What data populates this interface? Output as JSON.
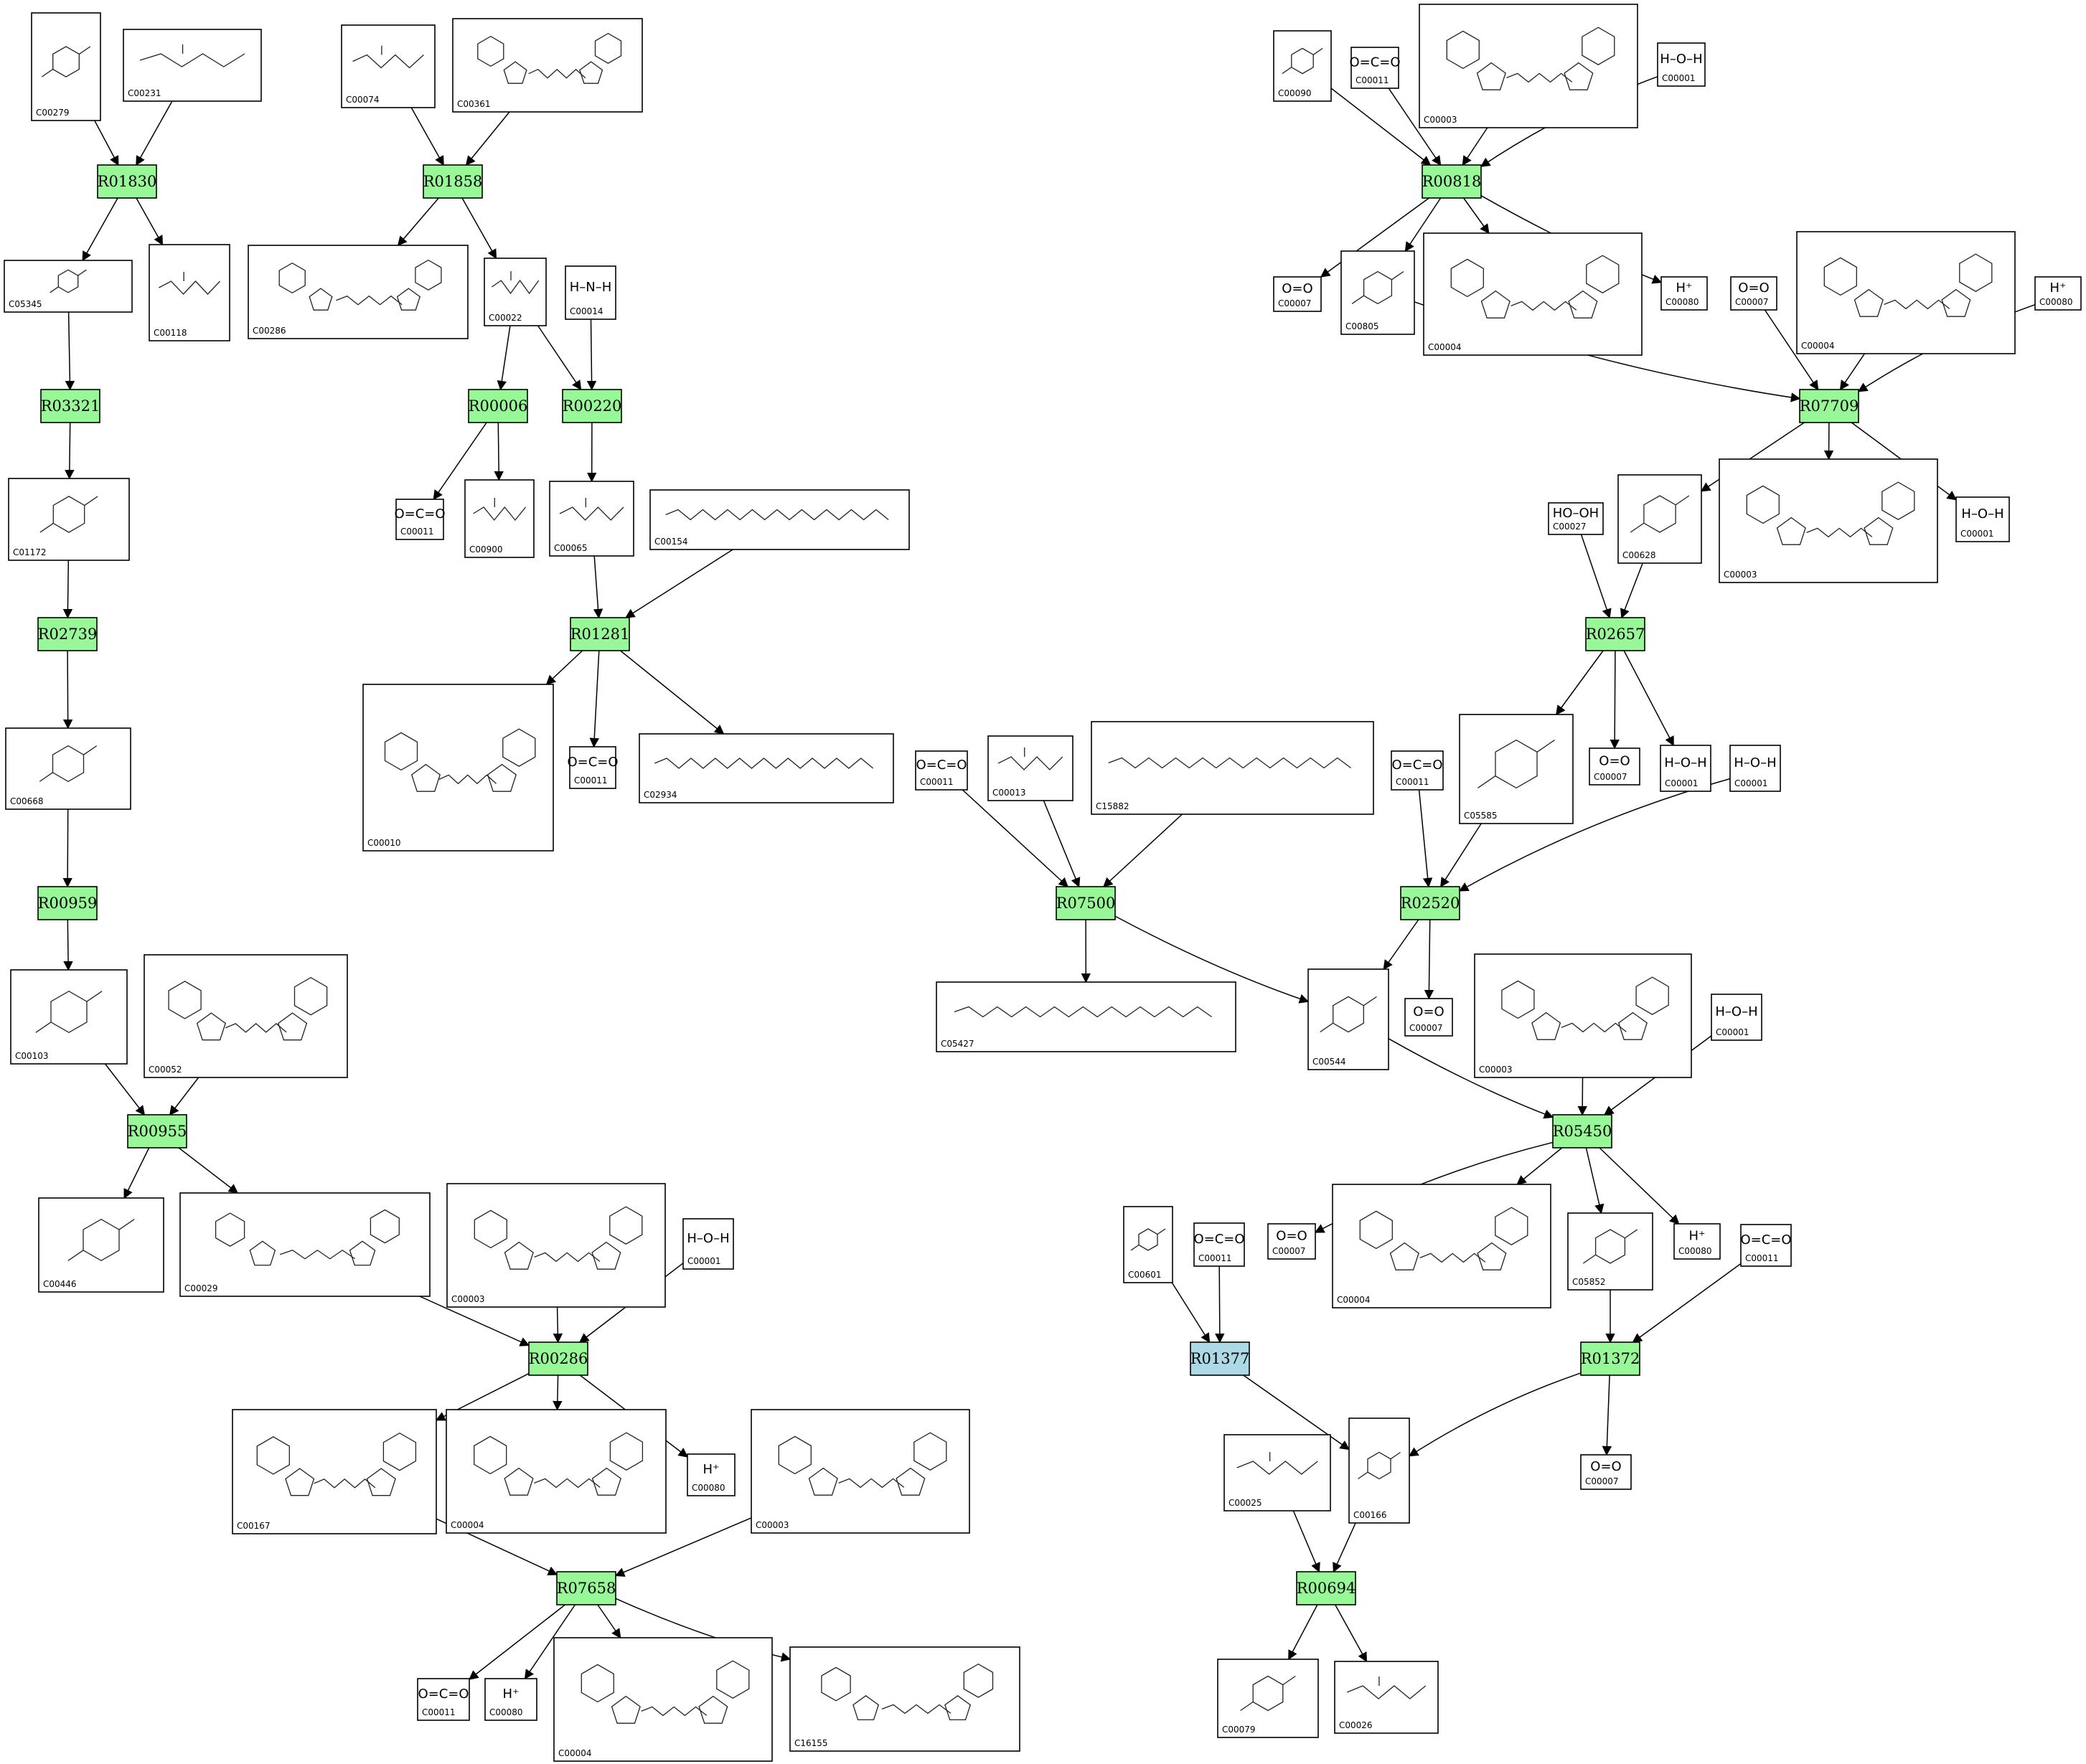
{
  "reactions": [
    {
      "id": "R01830"
    },
    {
      "id": "R03321"
    },
    {
      "id": "R02739"
    },
    {
      "id": "R00959"
    },
    {
      "id": "R00955"
    },
    {
      "id": "R01858"
    },
    {
      "id": "R00006"
    },
    {
      "id": "R00220"
    },
    {
      "id": "R01281"
    },
    {
      "id": "R00286"
    },
    {
      "id": "R07658"
    },
    {
      "id": "R00818"
    },
    {
      "id": "R07709"
    },
    {
      "id": "R02657"
    },
    {
      "id": "R07500"
    },
    {
      "id": "R02520"
    },
    {
      "id": "R05450"
    },
    {
      "id": "R01377",
      "color": "#add8e6"
    },
    {
      "id": "R01372"
    },
    {
      "id": "R00694"
    }
  ],
  "compounds": [
    {
      "key": "c00279",
      "id": "C00279",
      "kind": "ring"
    },
    {
      "key": "c00231",
      "id": "C00231",
      "kind": "chain"
    },
    {
      "key": "c05345",
      "id": "C05345",
      "kind": "ring"
    },
    {
      "key": "c00118",
      "id": "C00118",
      "kind": "chain"
    },
    {
      "key": "c01172",
      "id": "C01172",
      "kind": "ring"
    },
    {
      "key": "c00668",
      "id": "C00668",
      "kind": "ring"
    },
    {
      "key": "c00103",
      "id": "C00103",
      "kind": "ring"
    },
    {
      "key": "c00052",
      "id": "C00052",
      "kind": "nucleotide"
    },
    {
      "key": "c00446",
      "id": "C00446",
      "kind": "ring"
    },
    {
      "key": "c00029",
      "id": "C00029",
      "kind": "nucleotide"
    },
    {
      "key": "c00074",
      "id": "C00074",
      "kind": "chain"
    },
    {
      "key": "c00361",
      "id": "C00361",
      "kind": "nucleotide"
    },
    {
      "key": "c00286",
      "id": "C00286",
      "kind": "nucleotide"
    },
    {
      "key": "c00022",
      "id": "C00022",
      "kind": "chain"
    },
    {
      "key": "c00014",
      "id": "C00014",
      "kind": "small",
      "formula": "H–N–H"
    },
    {
      "key": "c00011a",
      "id": "C00011",
      "kind": "small",
      "formula": "O=C=O"
    },
    {
      "key": "c00900",
      "id": "C00900",
      "kind": "chain"
    },
    {
      "key": "c00065",
      "id": "C00065",
      "kind": "chain"
    },
    {
      "key": "c00154",
      "id": "C00154",
      "kind": "longchain"
    },
    {
      "key": "c00010",
      "id": "C00010",
      "kind": "nucleotide"
    },
    {
      "key": "c00011b",
      "id": "C00011",
      "kind": "small",
      "formula": "O=C=O"
    },
    {
      "key": "c02934",
      "id": "C02934",
      "kind": "longchain"
    },
    {
      "key": "c00003a",
      "id": "C00003",
      "kind": "nucleotide"
    },
    {
      "key": "c00001a",
      "id": "C00001",
      "kind": "small",
      "formula": "H–O–H"
    },
    {
      "key": "c00167",
      "id": "C00167",
      "kind": "nucleotide"
    },
    {
      "key": "c00004a",
      "id": "C00004",
      "kind": "nucleotide"
    },
    {
      "key": "c00080a",
      "id": "C00080",
      "kind": "small",
      "formula": "H⁺"
    },
    {
      "key": "c00003b",
      "id": "C00003",
      "kind": "nucleotide"
    },
    {
      "key": "c00011c",
      "id": "C00011",
      "kind": "small",
      "formula": "O=C=O"
    },
    {
      "key": "c00080b",
      "id": "C00080",
      "kind": "small",
      "formula": "H⁺"
    },
    {
      "key": "c00004b",
      "id": "C00004",
      "kind": "nucleotide"
    },
    {
      "key": "c16155",
      "id": "C16155",
      "kind": "nucleotide"
    },
    {
      "key": "c00090",
      "id": "C00090",
      "kind": "ring"
    },
    {
      "key": "c00011d",
      "id": "C00011",
      "kind": "small",
      "formula": "O=C=O"
    },
    {
      "key": "c00003c",
      "id": "C00003",
      "kind": "nucleotide"
    },
    {
      "key": "c00001b",
      "id": "C00001",
      "kind": "small",
      "formula": "H–O–H"
    },
    {
      "key": "c00007a",
      "id": "C00007",
      "kind": "small",
      "formula": "O=O"
    },
    {
      "key": "c00805",
      "id": "C00805",
      "kind": "ring"
    },
    {
      "key": "c00004c",
      "id": "C00004",
      "kind": "nucleotide"
    },
    {
      "key": "c00080c",
      "id": "C00080",
      "kind": "small",
      "formula": "H⁺"
    },
    {
      "key": "c00007b",
      "id": "C00007",
      "kind": "small",
      "formula": "O=O"
    },
    {
      "key": "c00004d",
      "id": "C00004",
      "kind": "nucleotide"
    },
    {
      "key": "c00080d",
      "id": "C00080",
      "kind": "small",
      "formula": "H⁺"
    },
    {
      "key": "c00027",
      "id": "C00027",
      "kind": "small",
      "formula": "HO–OH"
    },
    {
      "key": "c00628",
      "id": "C00628",
      "kind": "ring"
    },
    {
      "key": "c00003d",
      "id": "C00003",
      "kind": "nucleotide"
    },
    {
      "key": "c00001c",
      "id": "C00001",
      "kind": "small",
      "formula": "H–O–H"
    },
    {
      "key": "c05585",
      "id": "C05585",
      "kind": "ring"
    },
    {
      "key": "c00007c",
      "id": "C00007",
      "kind": "small",
      "formula": "O=O"
    },
    {
      "key": "c00001d",
      "id": "C00001",
      "kind": "small",
      "formula": "H–O–H"
    },
    {
      "key": "c00001e",
      "id": "C00001",
      "kind": "small",
      "formula": "H–O–H"
    },
    {
      "key": "c00011e",
      "id": "C00011",
      "kind": "small",
      "formula": "O=C=O"
    },
    {
      "key": "c00013",
      "id": "C00013",
      "kind": "chain"
    },
    {
      "key": "c15882",
      "id": "C15882",
      "kind": "longchain"
    },
    {
      "key": "c00011f",
      "id": "C00011",
      "kind": "small",
      "formula": "O=C=O"
    },
    {
      "key": "c05427",
      "id": "C05427",
      "kind": "longchain"
    },
    {
      "key": "c00544",
      "id": "C00544",
      "kind": "ring"
    },
    {
      "key": "c00007d",
      "id": "C00007",
      "kind": "small",
      "formula": "O=O"
    },
    {
      "key": "c00003e",
      "id": "C00003",
      "kind": "nucleotide"
    },
    {
      "key": "c00001f",
      "id": "C00001",
      "kind": "small",
      "formula": "H–O–H"
    },
    {
      "key": "c00007e",
      "id": "C00007",
      "kind": "small",
      "formula": "O=O"
    },
    {
      "key": "c00004e",
      "id": "C00004",
      "kind": "nucleotide"
    },
    {
      "key": "c05852",
      "id": "C05852",
      "kind": "ring"
    },
    {
      "key": "c00080e",
      "id": "C00080",
      "kind": "small",
      "formula": "H⁺"
    },
    {
      "key": "c00011g",
      "id": "C00011",
      "kind": "small",
      "formula": "O=C=O"
    },
    {
      "key": "c00601",
      "id": "C00601",
      "kind": "ring"
    },
    {
      "key": "c00011h",
      "id": "C00011",
      "kind": "small",
      "formula": "O=C=O"
    },
    {
      "key": "c00025",
      "id": "C00025",
      "kind": "chain"
    },
    {
      "key": "c00166",
      "id": "C00166",
      "kind": "ring"
    },
    {
      "key": "c00007f",
      "id": "C00007",
      "kind": "small",
      "formula": "O=O"
    },
    {
      "key": "c00079",
      "id": "C00079",
      "kind": "ring"
    },
    {
      "key": "c00026",
      "id": "C00026",
      "kind": "chain"
    }
  ],
  "edges": [
    [
      "c00279",
      "R01830"
    ],
    [
      "c00231",
      "R01830"
    ],
    [
      "R01830",
      "c05345"
    ],
    [
      "R01830",
      "c00118"
    ],
    [
      "c05345",
      "R03321"
    ],
    [
      "R03321",
      "c01172"
    ],
    [
      "c01172",
      "R02739"
    ],
    [
      "R02739",
      "c00668"
    ],
    [
      "c00668",
      "R00959"
    ],
    [
      "R00959",
      "c00103"
    ],
    [
      "c00103",
      "R00955"
    ],
    [
      "c00052",
      "R00955"
    ],
    [
      "R00955",
      "c00446"
    ],
    [
      "R00955",
      "c00029"
    ],
    [
      "c00029",
      "R00286"
    ],
    [
      "c00003a",
      "R00286"
    ],
    [
      "c00001a",
      "R00286"
    ],
    [
      "R00286",
      "c00167"
    ],
    [
      "R00286",
      "c00004a"
    ],
    [
      "R00286",
      "c00080a"
    ],
    [
      "c00167",
      "R07658"
    ],
    [
      "c00003b",
      "R07658"
    ],
    [
      "R07658",
      "c00011c"
    ],
    [
      "R07658",
      "c00080b"
    ],
    [
      "R07658",
      "c00004b"
    ],
    [
      "R07658",
      "c16155"
    ],
    [
      "c00074",
      "R01858"
    ],
    [
      "c00361",
      "R01858"
    ],
    [
      "R01858",
      "c00286"
    ],
    [
      "R01858",
      "c00022"
    ],
    [
      "c00022",
      "R00006"
    ],
    [
      "c00022",
      "R00220"
    ],
    [
      "c00014",
      "R00220"
    ],
    [
      "R00006",
      "c00011a"
    ],
    [
      "R00006",
      "c00900"
    ],
    [
      "R00220",
      "c00065"
    ],
    [
      "c00065",
      "R01281"
    ],
    [
      "c00154",
      "R01281"
    ],
    [
      "R01281",
      "c00010"
    ],
    [
      "R01281",
      "c00011b"
    ],
    [
      "R01281",
      "c02934"
    ],
    [
      "c00090",
      "R00818"
    ],
    [
      "c00011d",
      "R00818"
    ],
    [
      "c00003c",
      "R00818"
    ],
    [
      "c00001b",
      "R00818"
    ],
    [
      "R00818",
      "c00007a"
    ],
    [
      "R00818",
      "c00805"
    ],
    [
      "R00818",
      "c00004c"
    ],
    [
      "R00818",
      "c00080c"
    ],
    [
      "c00805",
      "R07709"
    ],
    [
      "c00007b",
      "R07709"
    ],
    [
      "c00004d",
      "R07709"
    ],
    [
      "c00080d",
      "R07709"
    ],
    [
      "R07709",
      "c00628"
    ],
    [
      "R07709",
      "c00003d"
    ],
    [
      "R07709",
      "c00001c"
    ],
    [
      "c00027",
      "R02657"
    ],
    [
      "c00628",
      "R02657"
    ],
    [
      "R02657",
      "c05585"
    ],
    [
      "R02657",
      "c00007c"
    ],
    [
      "R02657",
      "c00001d"
    ],
    [
      "c00011e",
      "R07500"
    ],
    [
      "c00013",
      "R07500"
    ],
    [
      "c15882",
      "R07500"
    ],
    [
      "R07500",
      "c05427"
    ],
    [
      "R07500",
      "c00544"
    ],
    [
      "c00011f",
      "R02520"
    ],
    [
      "c05585",
      "R02520"
    ],
    [
      "c00001e",
      "R02520"
    ],
    [
      "R02520",
      "c00544"
    ],
    [
      "R02520",
      "c00007d"
    ],
    [
      "c00544",
      "R05450"
    ],
    [
      "c00003e",
      "R05450"
    ],
    [
      "c00001f",
      "R05450"
    ],
    [
      "R05450",
      "c00007e"
    ],
    [
      "R05450",
      "c00004e"
    ],
    [
      "R05450",
      "c05852"
    ],
    [
      "R05450",
      "c00080e"
    ],
    [
      "c00601",
      "R01377"
    ],
    [
      "c00011h",
      "R01377"
    ],
    [
      "R01377",
      "c00166"
    ],
    [
      "c05852",
      "R01372"
    ],
    [
      "c00011g",
      "R01372"
    ],
    [
      "R01372",
      "c00166"
    ],
    [
      "R01372",
      "c00007f"
    ],
    [
      "c00025",
      "R00694"
    ],
    [
      "c00166",
      "R00694"
    ],
    [
      "R00694",
      "c00079"
    ],
    [
      "R00694",
      "c00026"
    ]
  ]
}
